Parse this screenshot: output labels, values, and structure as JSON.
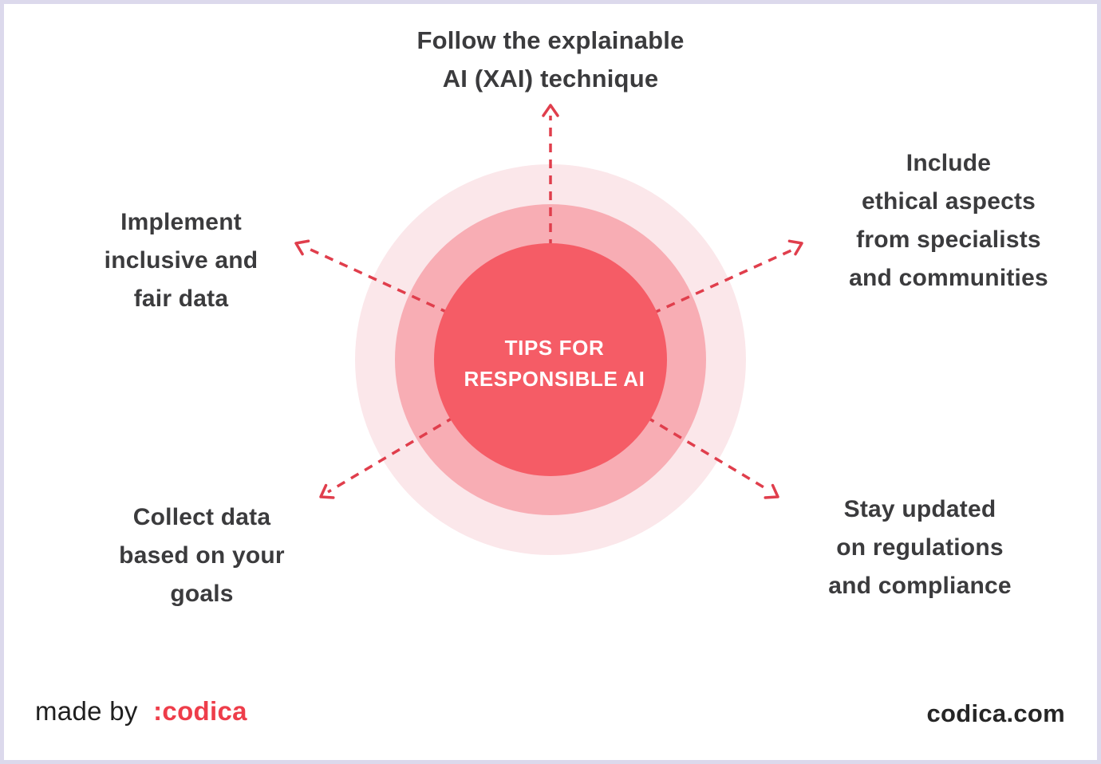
{
  "page": {
    "background": "#ffffff",
    "border_color": "#dcd9ec"
  },
  "center": {
    "label": "TIPS FOR\nRESPONSIBLE AI",
    "circle_color": "#f55c66",
    "middle_ring_color": "#f8adb4",
    "outer_ring_color": "#fbe7ea",
    "text_color": "#ffffff"
  },
  "arrows": {
    "color": "#e03e4c",
    "style": "dashed"
  },
  "tips": [
    {
      "id": "explainable-ai",
      "label": "Follow the explainable\nAI (XAI) technique"
    },
    {
      "id": "inclusive-data",
      "label": "Implement\ninclusive and\nfair data"
    },
    {
      "id": "ethical-aspects",
      "label": "Include\nethical aspects\nfrom specialists\nand communities"
    },
    {
      "id": "collect-data",
      "label": "Collect data\nbased on your\ngoals"
    },
    {
      "id": "regulations",
      "label": "Stay updated\non regulations\nand compliance"
    }
  ],
  "footer": {
    "made_by_label": "made by",
    "brand": ":codica",
    "brand_color": "#ee3d4a",
    "site": "codica.com"
  },
  "text_color": "#3b3b3d"
}
